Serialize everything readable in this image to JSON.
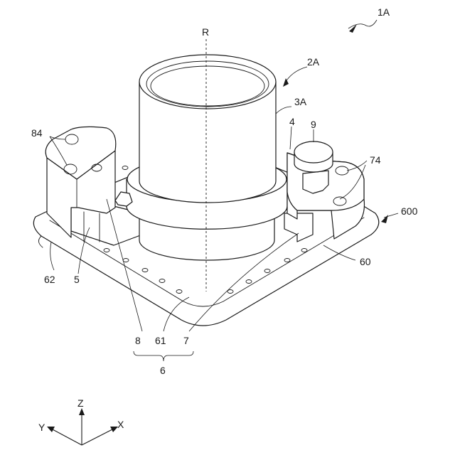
{
  "figure": {
    "assembly_label": "1A",
    "axis_label": "R",
    "callouts": {
      "c2A": "2A",
      "c3A": "3A",
      "c4": "4",
      "c9": "9",
      "c84": "84",
      "c74": "74",
      "c600": "600",
      "c60": "60",
      "c62": "62",
      "c5": "5",
      "c8": "8",
      "c61": "61",
      "c7": "7",
      "c6": "6"
    },
    "axes": {
      "z": "Z",
      "y": "Y",
      "x": "X"
    }
  }
}
